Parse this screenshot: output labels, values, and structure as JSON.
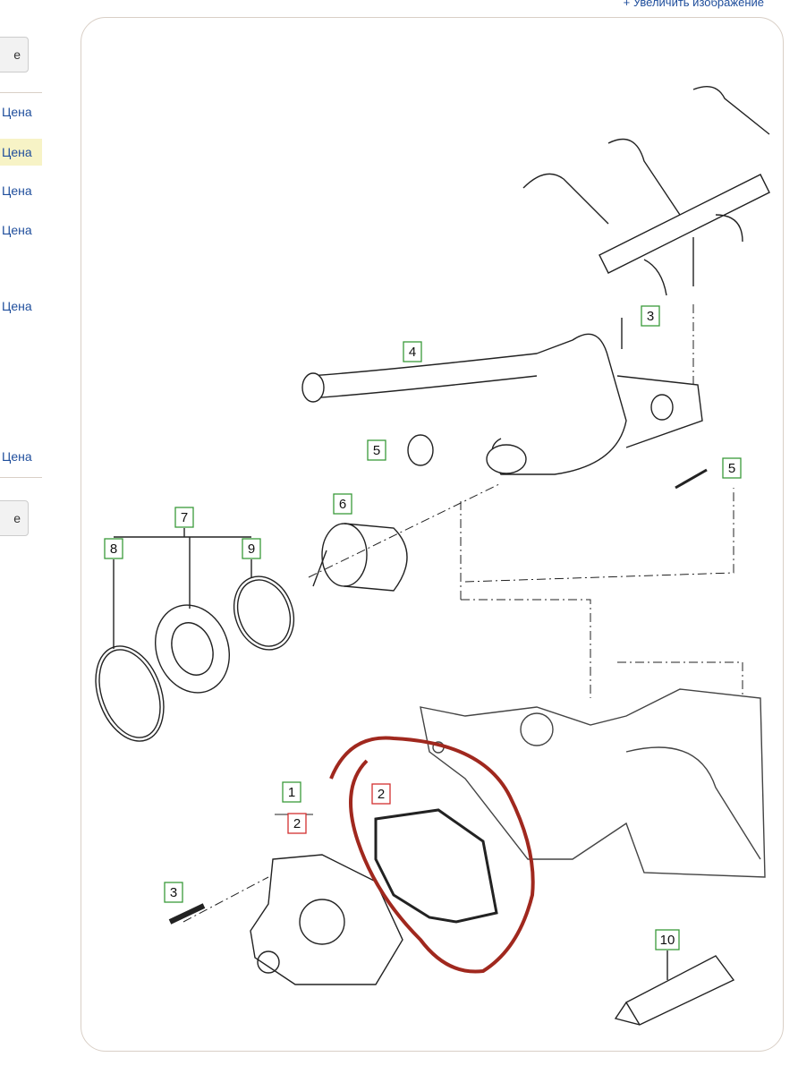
{
  "header": {
    "zoom_link": "+ Увеличить изображение"
  },
  "sidebar": {
    "button_top": "е",
    "button_bottom": "е",
    "prices": [
      "Цена",
      "Цена",
      "Цена",
      "Цена",
      "Цена",
      "Цена"
    ]
  },
  "diagram": {
    "callouts": [
      {
        "label": "3",
        "color": "green"
      },
      {
        "label": "4",
        "color": "green"
      },
      {
        "label": "5",
        "color": "green"
      },
      {
        "label": "5",
        "color": "green"
      },
      {
        "label": "6",
        "color": "green"
      },
      {
        "label": "7",
        "color": "green"
      },
      {
        "label": "8",
        "color": "green"
      },
      {
        "label": "9",
        "color": "green"
      },
      {
        "label": "1",
        "color": "green"
      },
      {
        "label": "2",
        "color": "red"
      },
      {
        "label": "2",
        "color": "red"
      },
      {
        "label": "3",
        "color": "green"
      },
      {
        "label": "10",
        "color": "green"
      }
    ],
    "colors": {
      "green": "#3a9a3a",
      "red": "#d23030",
      "annotation": "#a0281e"
    }
  }
}
